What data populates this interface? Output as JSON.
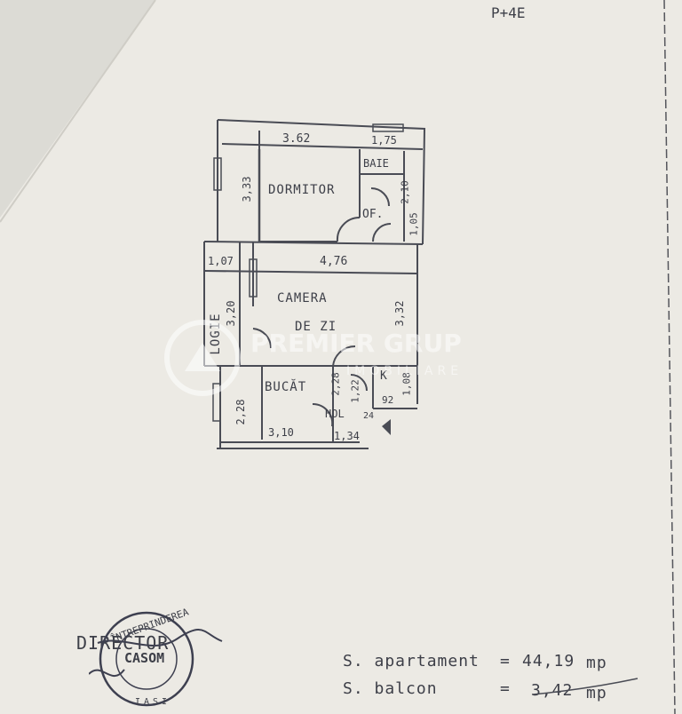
{
  "document": {
    "floor_code": "P+4E",
    "rooms": {
      "dormitor": "DORMITOR",
      "baie": "BAIE",
      "of": "OF.",
      "camera_line1": "CAMERA",
      "camera_line2": "DE ZI",
      "logie": "LOGIE",
      "bucat": "BUCĂT",
      "hol": "HOL",
      "k": "K"
    },
    "dimensions": {
      "d_362": "3.62",
      "d_175": "1,75",
      "d_333": "3,33",
      "d_210": "2,10",
      "d_105": "1,05",
      "d_107": "1,07",
      "d_476": "4,76",
      "d_320": "3,20",
      "d_332": "3,32",
      "d_228a": "2,28",
      "d_122": "1,22",
      "d_108": "1,08",
      "d_92": "92",
      "d_24": "24",
      "d_228b": "2,28",
      "d_310": "3,10",
      "d_134": "1,34"
    },
    "summary": [
      {
        "label": "S. apartament",
        "eq": "=",
        "value": "44,19",
        "unit": "mp"
      },
      {
        "label": "S. balcon",
        "eq": "=",
        "value": "3,42",
        "unit": "mp"
      }
    ],
    "stamp": {
      "title": "DIRECTOR",
      "ring_top": "ÎNTREPRINDEREA",
      "ring_mid": "CASOM",
      "ring_bottom": "IASI"
    },
    "watermark": {
      "brand": "PREMIER GRUP",
      "sub": "IMOBILIARE"
    }
  }
}
